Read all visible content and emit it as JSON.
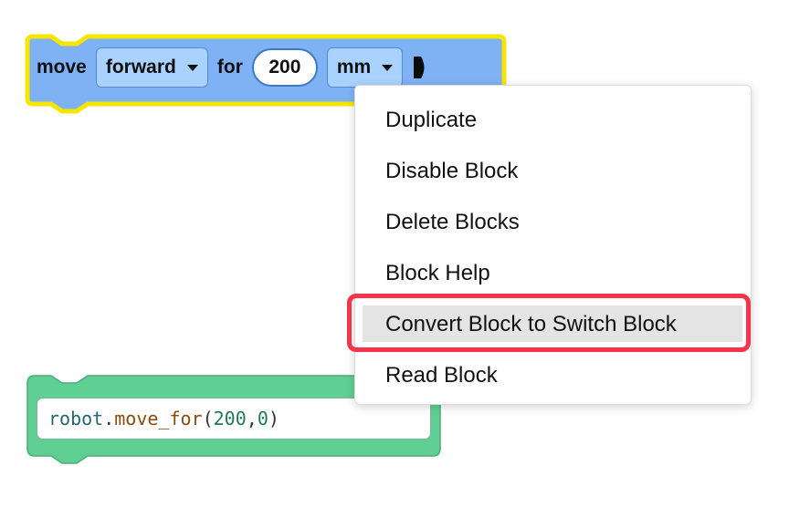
{
  "move_block": {
    "label_move": "move",
    "direction_value": "forward",
    "label_for": "for",
    "distance_value": "200",
    "unit_value": "mm",
    "color": "#7fb2f5",
    "selected_outline_color": "#f5e600"
  },
  "code_block": {
    "code": {
      "object": "robot",
      "dot": ".",
      "function": "move_for",
      "open": "(",
      "arg1": "200",
      "sep": ", ",
      "arg2": "0",
      "close": ")"
    },
    "color": "#5fcf93"
  },
  "context_menu": {
    "items": [
      {
        "label": "Duplicate"
      },
      {
        "label": "Disable Block"
      },
      {
        "label": "Delete Blocks"
      },
      {
        "label": "Block Help"
      },
      {
        "label": "Convert Block to Switch Block",
        "highlighted": true
      },
      {
        "label": "Read Block"
      }
    ],
    "highlight_color": "#f5334a"
  }
}
